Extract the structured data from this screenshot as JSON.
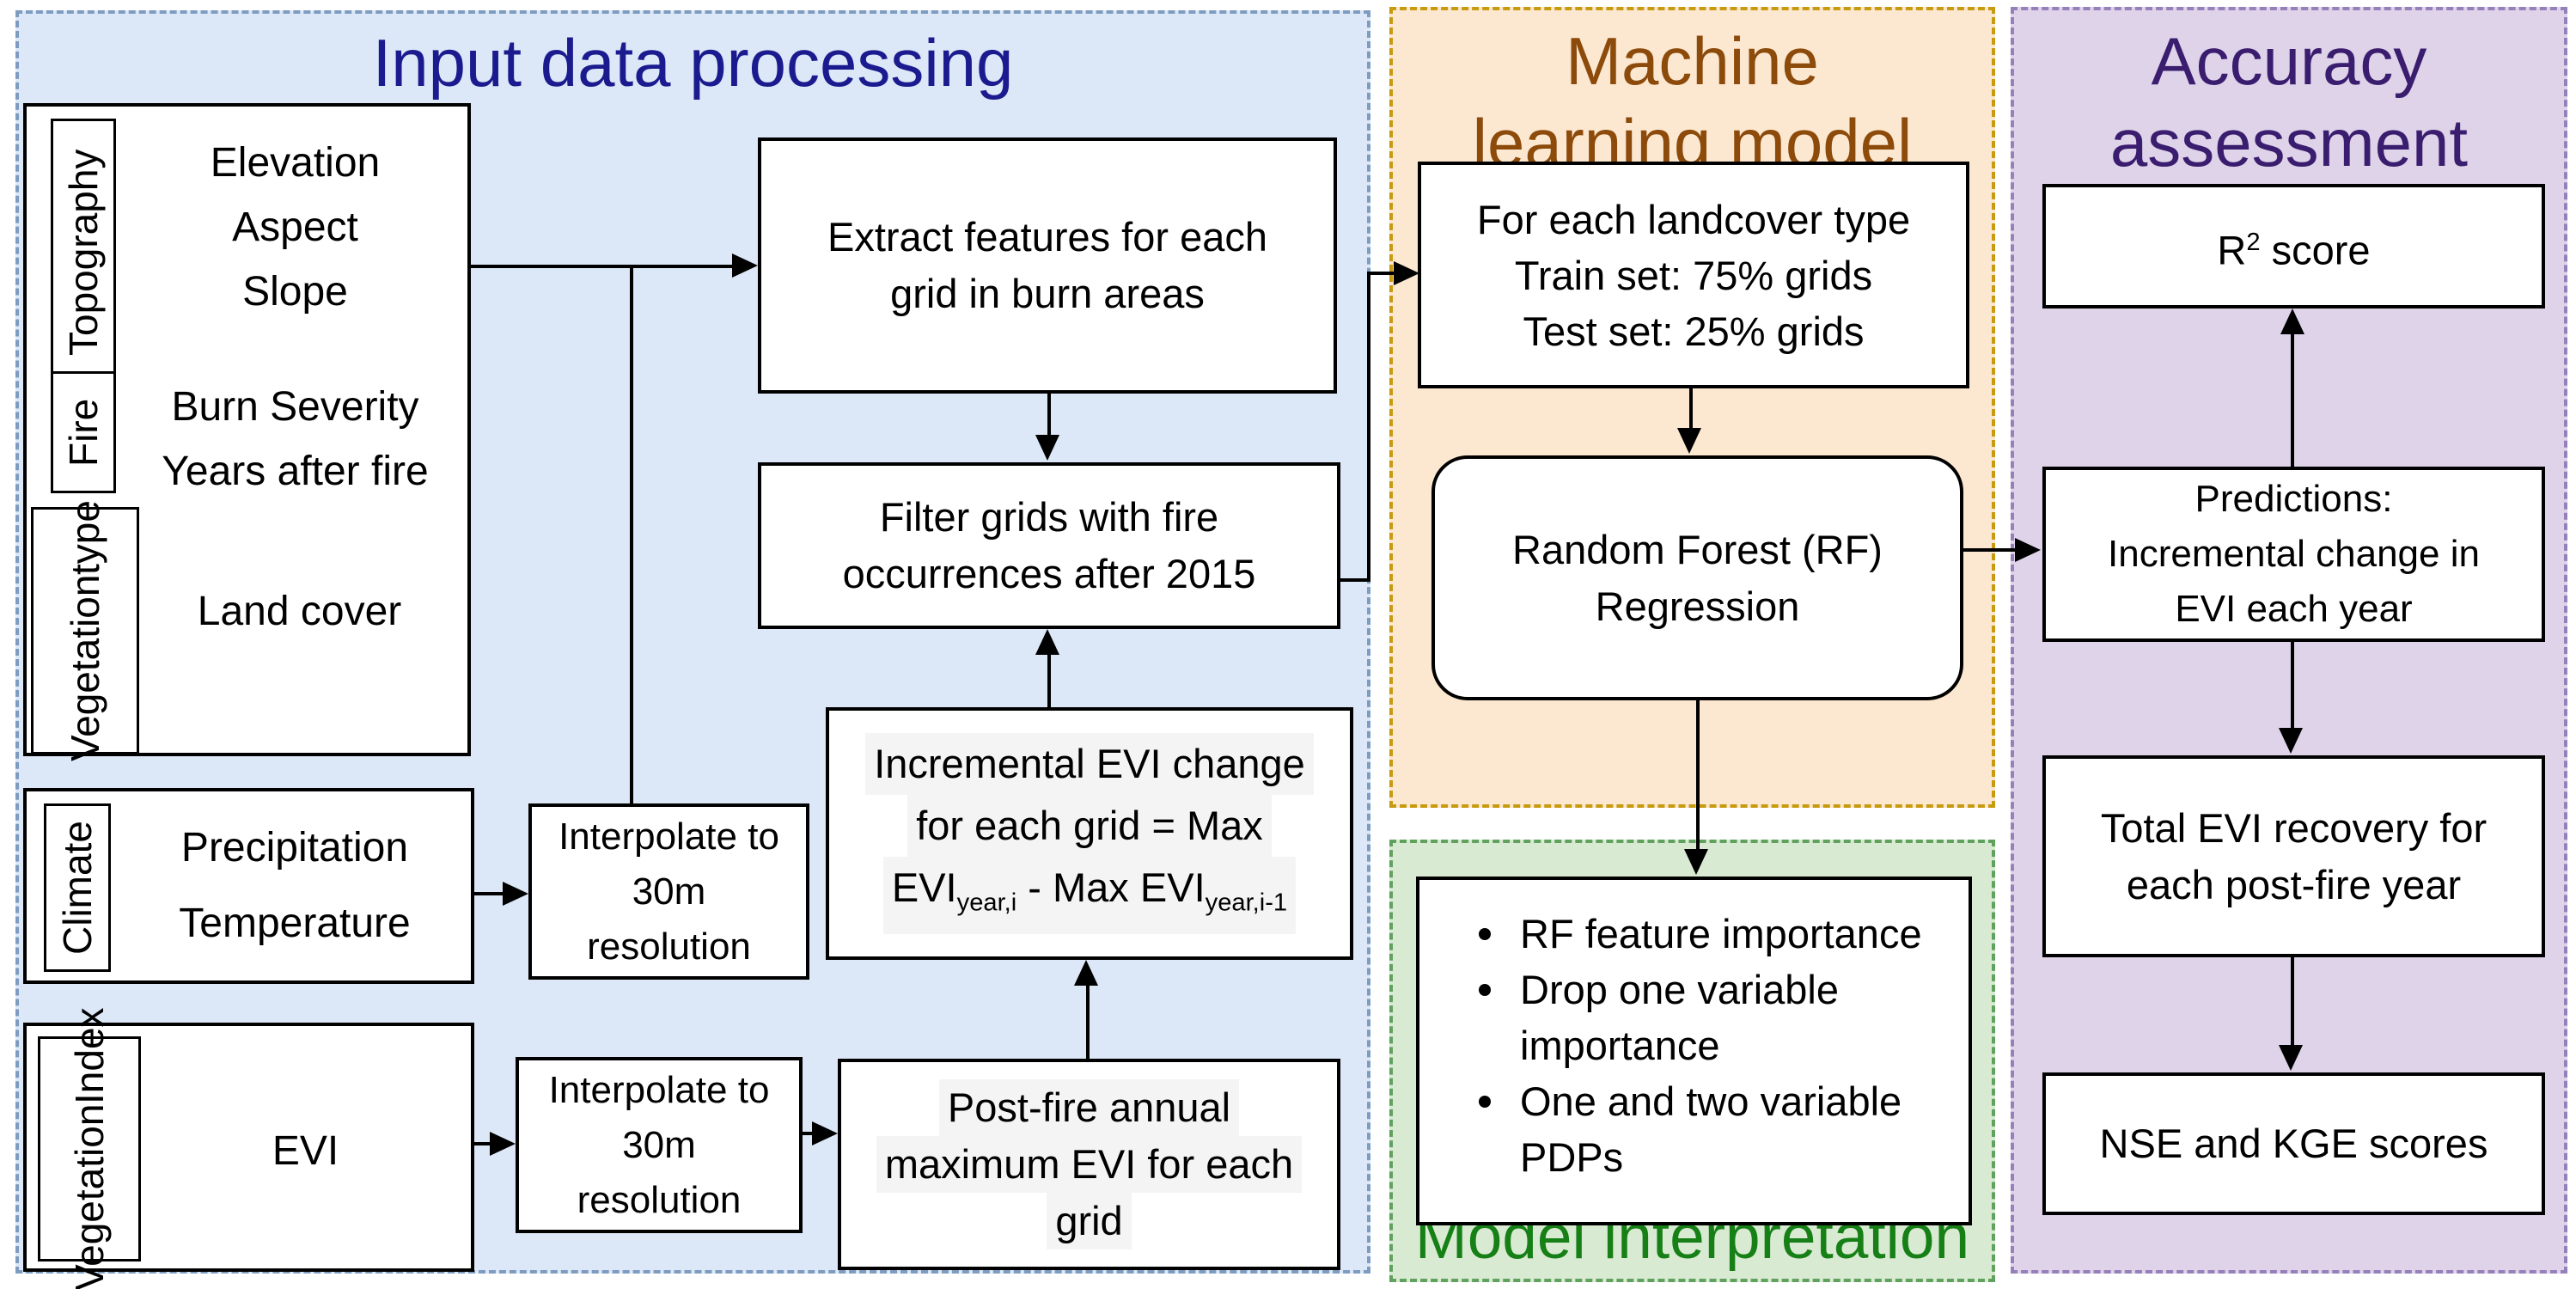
{
  "colors": {
    "input_bg": "#dce8f7",
    "input_border": "#7e9cc0",
    "input_title": "#1b1b8f",
    "ml_bg": "#fce8d0",
    "ml_border": "#c79a10",
    "ml_title": "#8c4a0b",
    "interp_bg": "#d9ead3",
    "interp_border": "#61a15e",
    "interp_title": "#168016",
    "acc_bg": "#ded3e9",
    "acc_border": "#9580ba",
    "acc_title": "#3a1d6e",
    "box_border": "#000000"
  },
  "sections": {
    "input": {
      "title": "Input data processing"
    },
    "ml": {
      "title_line1": "Machine",
      "title_line2": "learning model"
    },
    "interpretation": {
      "title": "Model interpretation"
    },
    "accuracy": {
      "title_line1": "Accuracy",
      "title_line2": "assessment"
    }
  },
  "input": {
    "source_groups": {
      "topography": {
        "label": "Topography",
        "items": [
          "Elevation",
          "Aspect",
          "Slope"
        ]
      },
      "fire": {
        "label": "Fire",
        "items": [
          "Burn Severity",
          "Years after fire"
        ]
      },
      "vegetation_type": {
        "label_line1": "Vegetation",
        "label_line2": "type",
        "items": [
          "Land cover"
        ]
      },
      "climate": {
        "label": "Climate",
        "items": [
          "Precipitation",
          "Temperature"
        ]
      },
      "vegetation_index": {
        "label_line1": "Vegetation",
        "label_line2": "Index",
        "items": [
          "EVI"
        ]
      }
    },
    "boxes": {
      "interpolate_climate": {
        "line1": "Interpolate to",
        "line2": "30m",
        "line3": "resolution"
      },
      "interpolate_evi": {
        "line1": "Interpolate to",
        "line2": "30m",
        "line3": "resolution"
      },
      "extract": {
        "line1": "Extract features for each",
        "line2": "grid in burn areas"
      },
      "filter": {
        "line1": "Filter grids with fire",
        "line2": "occurrences after 2015"
      },
      "incremental": {
        "line1": "Incremental EVI change",
        "line2": "for each grid = Max",
        "line3_p1": "EVI",
        "line3_sub1": "year,i",
        "line3_p2": " - Max EVI",
        "line3_sub2": "year,i-1"
      },
      "postfire": {
        "line1": "Post-fire annual",
        "line2": "maximum EVI for each",
        "line3": "grid"
      }
    }
  },
  "ml": {
    "landcover_box": {
      "line1": "For each landcover type",
      "line2": "Train set: 75% grids",
      "line3": "Test set: 25% grids"
    },
    "rf_box": {
      "line1": "Random Forest (RF)",
      "line2": "Regression"
    }
  },
  "interpretation": {
    "items": [
      "RF feature importance",
      "Drop one variable importance",
      "One and two variable PDPs"
    ]
  },
  "accuracy": {
    "r2_box": {
      "base": "R",
      "sup": "2",
      "rest": " score"
    },
    "predictions_box": {
      "line1": "Predictions:",
      "line2": "Incremental change in",
      "line3": "EVI each year"
    },
    "recovery_box": {
      "line1": "Total EVI recovery for",
      "line2": "each post-fire year"
    },
    "nse_box": {
      "label": "NSE and KGE scores"
    }
  }
}
